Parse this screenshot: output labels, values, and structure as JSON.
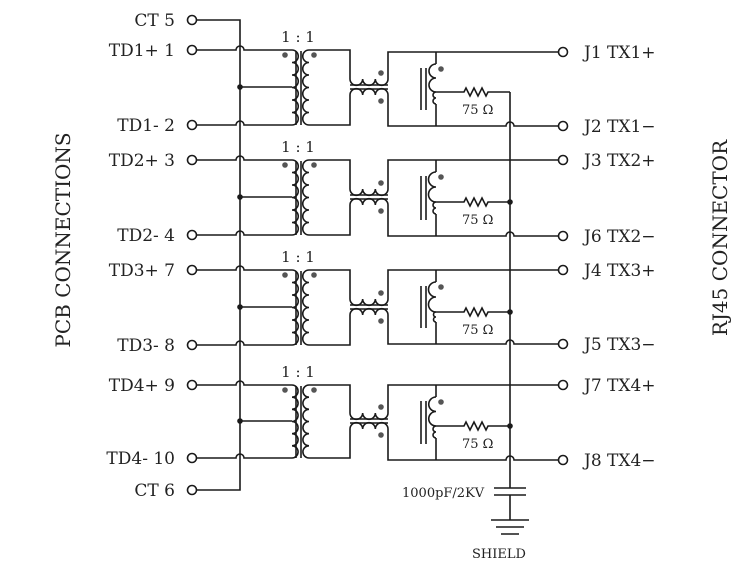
{
  "side_labels": {
    "left": "PCB CONNECTIONS",
    "right": "RJ45 CONNECTOR"
  },
  "left_pins": [
    {
      "name": "CT",
      "pin": "5"
    },
    {
      "name": "TD1+",
      "pin": "1"
    },
    {
      "name": "TD1-",
      "pin": "2"
    },
    {
      "name": "TD2+",
      "pin": "3"
    },
    {
      "name": "TD2-",
      "pin": "4"
    },
    {
      "name": "TD3+",
      "pin": "7"
    },
    {
      "name": "TD3-",
      "pin": "8"
    },
    {
      "name": "TD4+",
      "pin": "9"
    },
    {
      "name": "TD4-",
      "pin": "10"
    },
    {
      "name": "CT",
      "pin": "6"
    }
  ],
  "right_pins": [
    {
      "pin": "J1",
      "name": "TX1+"
    },
    {
      "pin": "J2",
      "name": "TX1-"
    },
    {
      "pin": "J3",
      "name": "TX2+"
    },
    {
      "pin": "J6",
      "name": "TX2-"
    },
    {
      "pin": "J4",
      "name": "TX3+"
    },
    {
      "pin": "J5",
      "name": "TX3-"
    },
    {
      "pin": "J7",
      "name": "TX4+"
    },
    {
      "pin": "J8",
      "name": "TX4-"
    }
  ],
  "channels": [
    {
      "ratio": "1 : 1",
      "resistor": "75 Ω"
    },
    {
      "ratio": "1 : 1",
      "resistor": "75 Ω"
    },
    {
      "ratio": "1 : 1",
      "resistor": "75 Ω"
    },
    {
      "ratio": "1 : 1",
      "resistor": "75 Ω"
    }
  ],
  "capacitor_label": "1000pF/2KV",
  "ground_label": "SHIELD"
}
